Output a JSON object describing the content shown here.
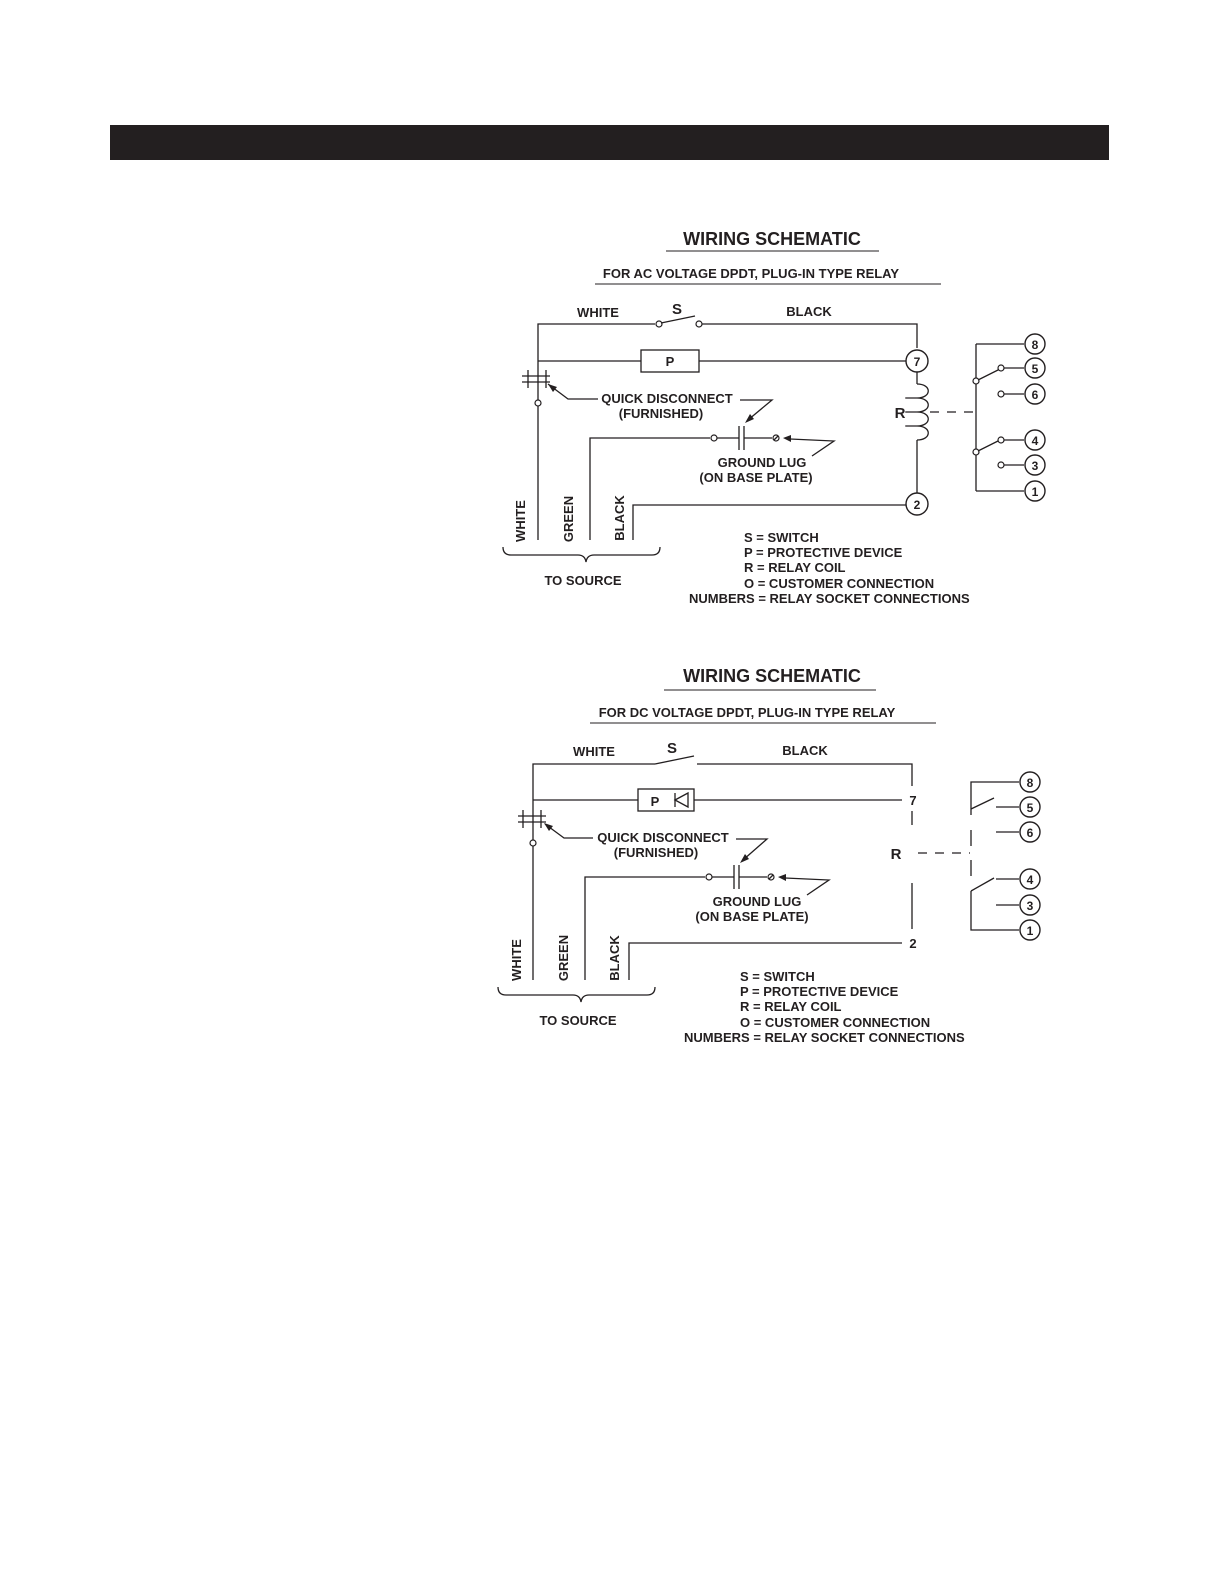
{
  "schematics": [
    {
      "title": "WIRING SCHEMATIC",
      "subtitle": "FOR AC VOLTAGE DPDT, PLUG-IN TYPE RELAY",
      "labels": {
        "white_top": "WHITE",
        "switch": "S",
        "black_top": "BLACK",
        "protective": "P",
        "quick_disconnect": "QUICK DISCONNECT",
        "furnished": "(FURNISHED)",
        "ground_lug": "GROUND LUG",
        "on_base_plate": "(ON BASE PLATE)",
        "relay": "R",
        "wire_white": "WHITE",
        "wire_green": "GREEN",
        "wire_black": "BLACK",
        "to_source": "TO SOURCE"
      },
      "coil_pins": [
        "7",
        "2"
      ],
      "socket_pins": [
        "8",
        "5",
        "6",
        "4",
        "3",
        "1"
      ],
      "legend": [
        "S =  SWITCH",
        "P = PROTECTIVE DEVICE",
        "R = RELAY COIL",
        "O = CUSTOMER CONNECTION",
        "NUMBERS = RELAY SOCKET CONNECTIONS"
      ]
    },
    {
      "title": "WIRING SCHEMATIC",
      "subtitle": "FOR DC VOLTAGE DPDT, PLUG-IN TYPE RELAY",
      "labels": {
        "white_top": "WHITE",
        "switch": "S",
        "black_top": "BLACK",
        "protective": "P",
        "quick_disconnect": "QUICK DISCONNECT",
        "furnished": "(FURNISHED)",
        "ground_lug": "GROUND LUG",
        "on_base_plate": "(ON BASE PLATE)",
        "relay": "R",
        "wire_white": "WHITE",
        "wire_green": "GREEN",
        "wire_black": "BLACK",
        "to_source": "TO SOURCE"
      },
      "coil_pins": [
        "7",
        "2"
      ],
      "socket_pins": [
        "8",
        "5",
        "6",
        "4",
        "3",
        "1"
      ],
      "legend": [
        "S =  SWITCH",
        "P = PROTECTIVE DEVICE",
        "R = RELAY COIL",
        "O = CUSTOMER CONNECTION",
        "NUMBERS = RELAY SOCKET CONNECTIONS"
      ]
    }
  ]
}
